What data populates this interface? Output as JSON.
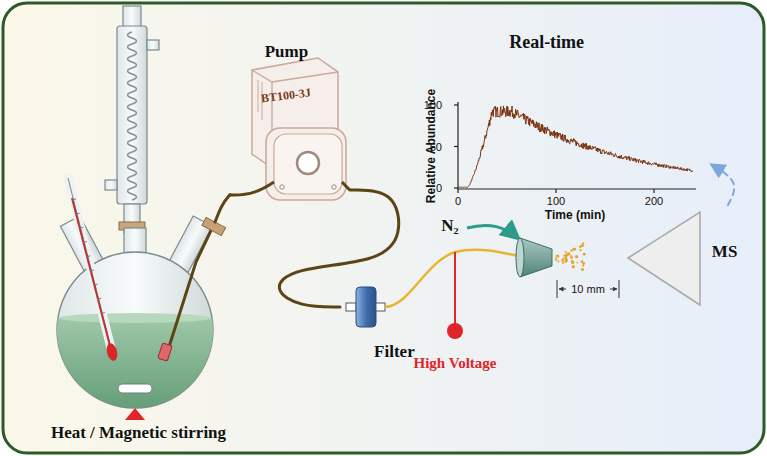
{
  "diagram": {
    "nodes": [
      {
        "text": [
          "Heat / Magnetic stirring"
        ]
      },
      {
        "text": [
          "Pump",
          "BT100-3J"
        ]
      },
      {
        "text": [
          "Filter"
        ]
      },
      {
        "text": [
          "MS"
        ]
      },
      {
        "text": [
          "Real-time"
        ]
      }
    ],
    "edges": [
      {
        "from": 0,
        "to": 1,
        "arrow": "none"
      },
      {
        "from": 1,
        "to": 2,
        "arrow": "none"
      },
      {
        "from": 3,
        "to": 4,
        "arrow": "to"
      }
    ],
    "labels": [
      "Relative Abundance",
      "100",
      "50",
      "0",
      "0",
      "100",
      "200",
      "Time (min)",
      "N₂",
      "High Voltage",
      "10 mm"
    ]
  }
}
